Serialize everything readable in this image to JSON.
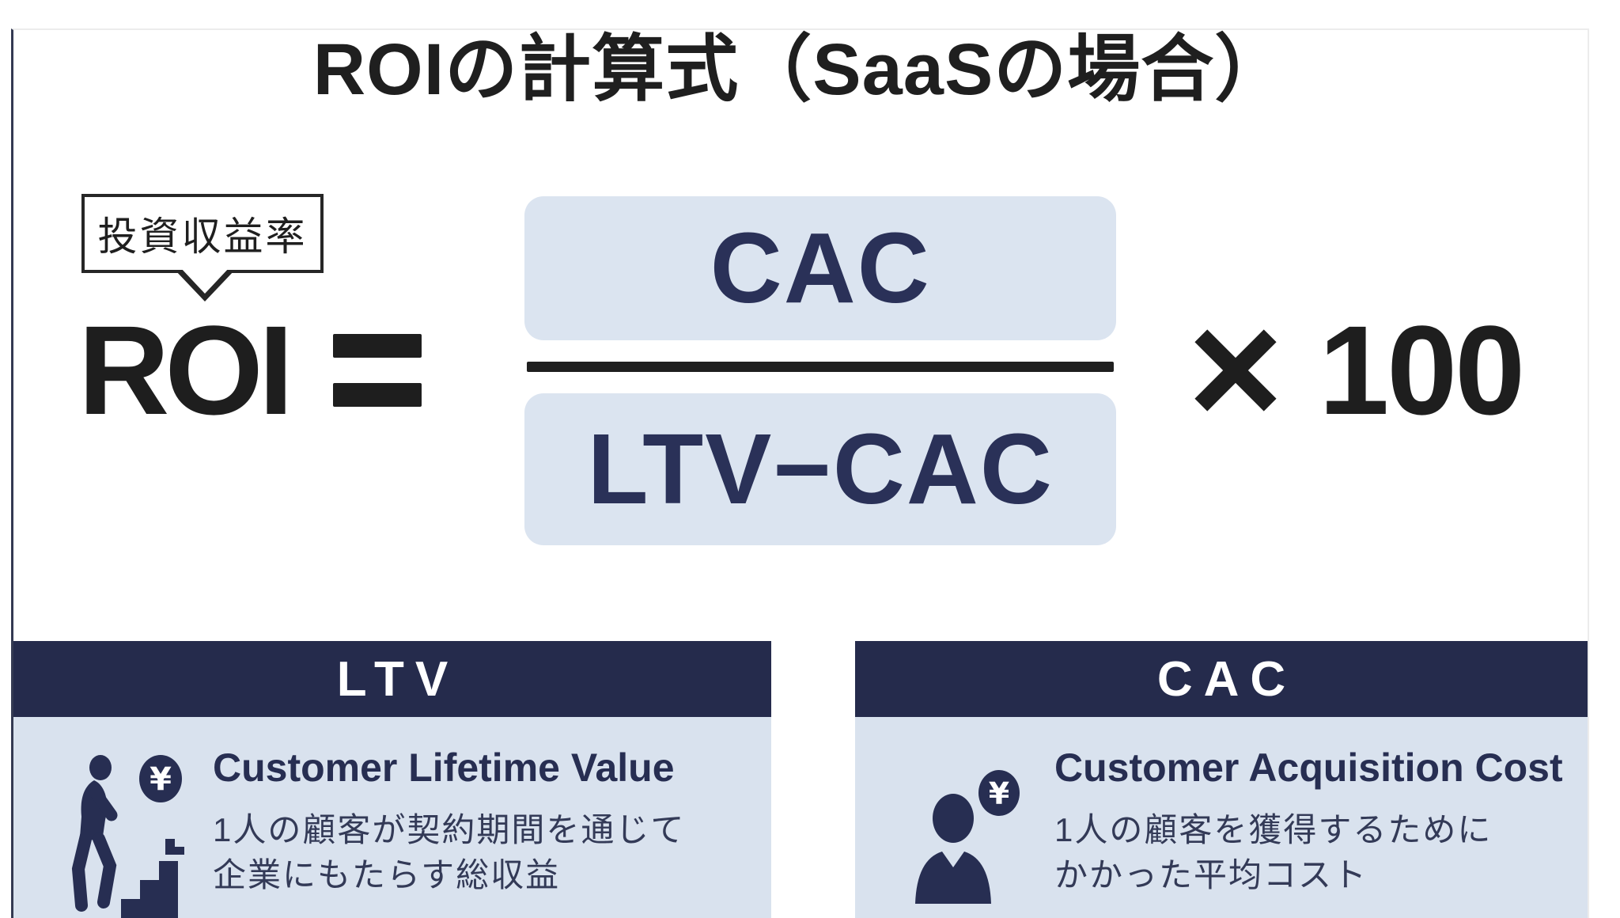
{
  "title": "ROIの計算式（SaaSの場合）",
  "bubble": {
    "label": "投資収益率"
  },
  "formula": {
    "lhs": "ROI",
    "equals": "=",
    "numerator": "CAC",
    "denominator": "LTV−CAC",
    "times": "×",
    "multiplier": "100"
  },
  "cards": [
    {
      "header": "LTV",
      "heading": "Customer Lifetime Value",
      "desc_line1": "1人の顧客が契約期間を通じて",
      "desc_line2": "企業にもたらす総収益",
      "icon": "person-climbing-stairs-icon"
    },
    {
      "header": "CAC",
      "heading": "Customer Acquisition Cost",
      "desc_line1": "1人の顧客を獲得するために",
      "desc_line2": "かかった平均コスト",
      "icon": "person-bust-icon"
    }
  ],
  "icons": {
    "coin": "yen-coin-icon",
    "coin_symbol": "¥"
  },
  "colors": {
    "ink_black": "#1f1f1f",
    "navy_text": "#2a3158",
    "header_navy": "#252b4c",
    "formula_box_bg": "#dbe4f0",
    "card_body_bg": "#d9e2ee",
    "page_bg": "#ffffff"
  }
}
